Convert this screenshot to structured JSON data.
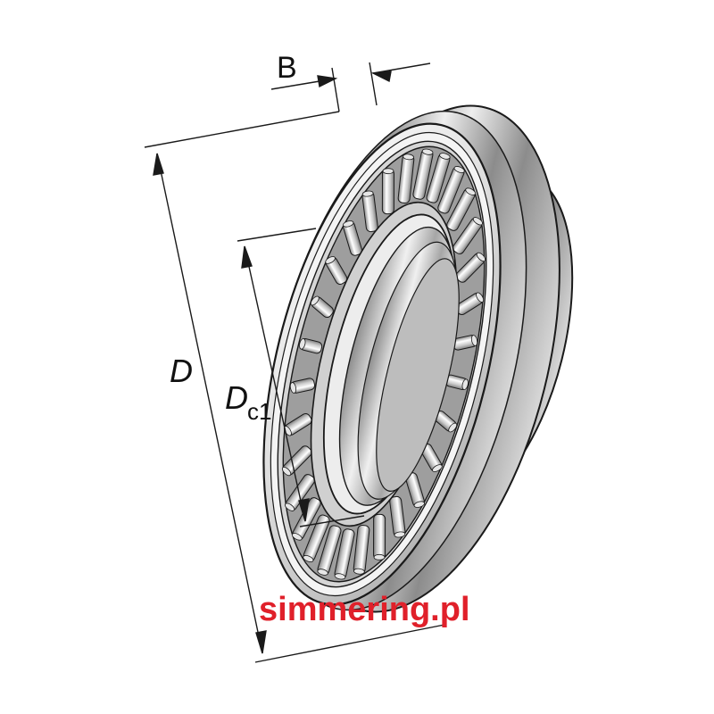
{
  "labels": {
    "width": "B",
    "outer_diameter": "D",
    "cage_diameter_main": "D",
    "cage_diameter_sub": "c1"
  },
  "watermark": {
    "text": "simmering.pl",
    "color": "#e0202a"
  },
  "colors": {
    "line": "#1a1a1a",
    "steel_light": "#f2f2f2",
    "steel_mid": "#bfbfbf",
    "steel_dark": "#7a7a7a"
  },
  "roller_count": 30
}
